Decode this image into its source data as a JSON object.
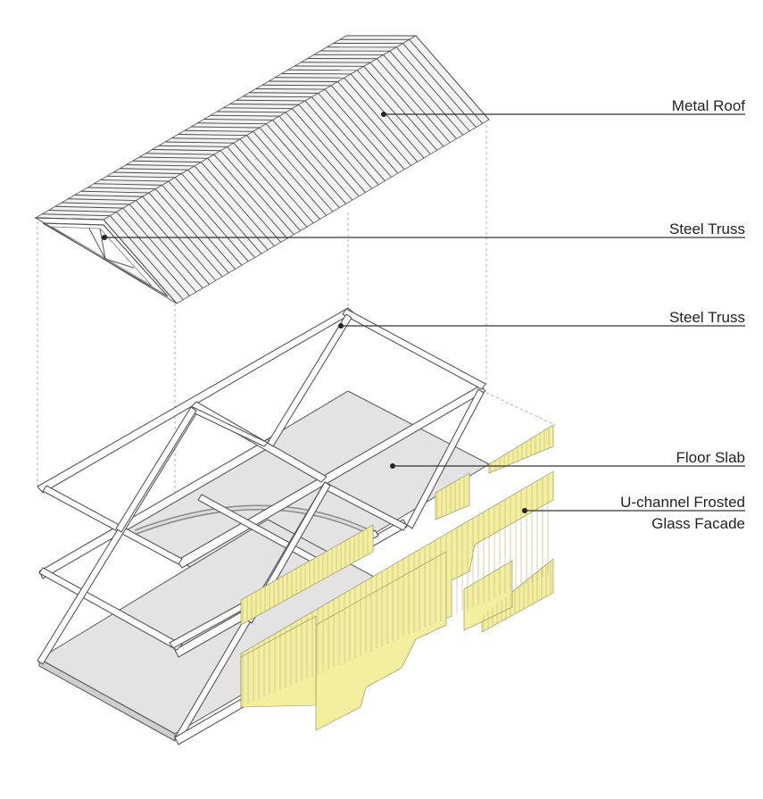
{
  "labels": {
    "metal_roof": "Metal Roof",
    "steel_truss_top": "Steel Truss",
    "steel_truss_main": "Steel Truss",
    "floor_slab": "Floor Slab",
    "facade_line1": "U-channel Frosted",
    "facade_line2": "Glass Facade"
  },
  "colors": {
    "glass": "#f4ef9f",
    "slab": "#e3e3e3",
    "line": "#555555"
  }
}
